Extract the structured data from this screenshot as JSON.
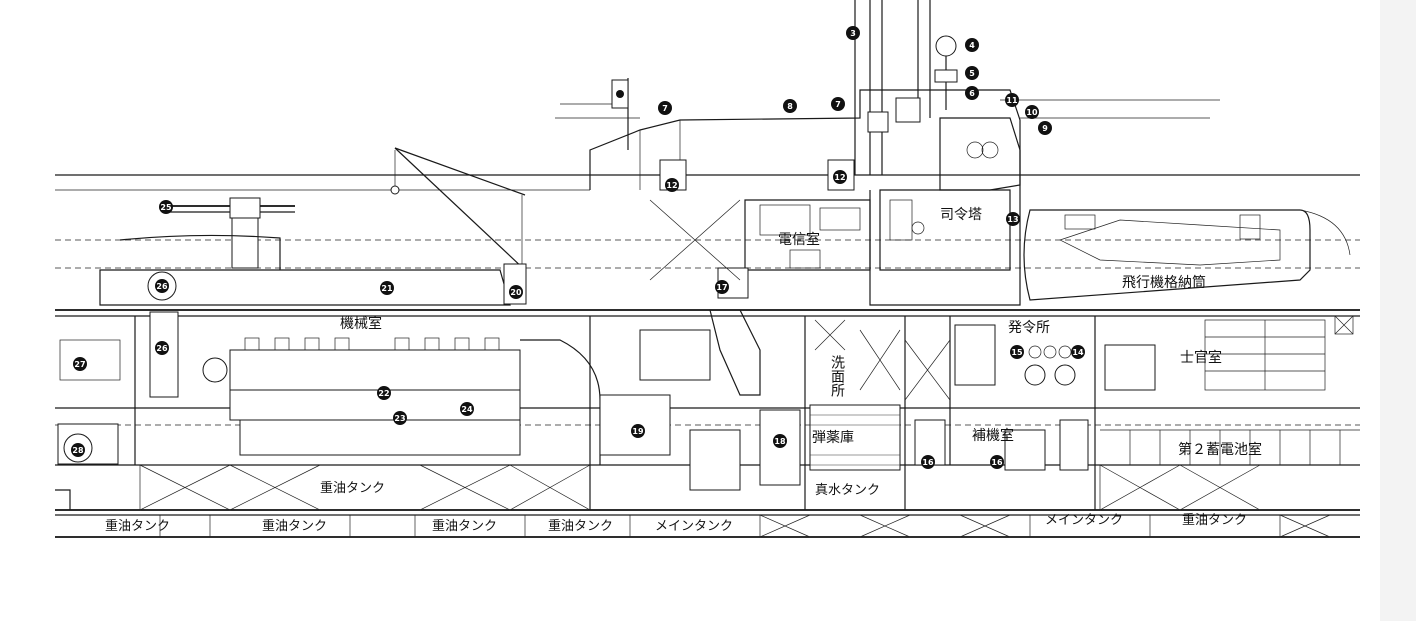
{
  "labels": {
    "conning_tower": "司令塔",
    "radio_room": "電信室",
    "hangar": "飛行機格納筒",
    "engine_room": "機械室",
    "control_room": "発令所",
    "washroom": "洗面所",
    "officers_room": "士官室",
    "magazine": "弾薬庫",
    "aux_machinery": "補機室",
    "battery_room": "第２蓄電池室",
    "fresh_water_tank": "真水タンク",
    "fuel_tank_upper": "重油タンク",
    "bottom_tanks": [
      "重油タンク",
      "重油タンク",
      "重油タンク",
      "重油タンク",
      "メインタンク",
      "メインタンク",
      "重油タンク"
    ]
  },
  "callouts": [
    {
      "id": "c3",
      "num": "3"
    },
    {
      "id": "c4",
      "num": "4"
    },
    {
      "id": "c5",
      "num": "5"
    },
    {
      "id": "c6",
      "num": "6"
    },
    {
      "id": "c7a",
      "num": "7"
    },
    {
      "id": "c7b",
      "num": "7"
    },
    {
      "id": "c8",
      "num": "8"
    },
    {
      "id": "c9",
      "num": "9"
    },
    {
      "id": "c10",
      "num": "10"
    },
    {
      "id": "c11",
      "num": "11"
    },
    {
      "id": "c12a",
      "num": "12"
    },
    {
      "id": "c12b",
      "num": "12"
    },
    {
      "id": "c13",
      "num": "13"
    },
    {
      "id": "c14",
      "num": "14"
    },
    {
      "id": "c15",
      "num": "15"
    },
    {
      "id": "c16a",
      "num": "16"
    },
    {
      "id": "c16b",
      "num": "16"
    },
    {
      "id": "c17",
      "num": "17"
    },
    {
      "id": "c18",
      "num": "18"
    },
    {
      "id": "c19",
      "num": "19"
    },
    {
      "id": "c20",
      "num": "20"
    },
    {
      "id": "c21",
      "num": "21"
    },
    {
      "id": "c22",
      "num": "22"
    },
    {
      "id": "c23",
      "num": "23"
    },
    {
      "id": "c24",
      "num": "24"
    },
    {
      "id": "c25",
      "num": "25"
    },
    {
      "id": "c26a",
      "num": "26"
    },
    {
      "id": "c26b",
      "num": "26"
    },
    {
      "id": "c27",
      "num": "27"
    },
    {
      "id": "c28",
      "num": "28"
    }
  ],
  "colors": {
    "line": "#1a1a1a",
    "paper": "#ffffff",
    "callout_fill": "#111111"
  }
}
